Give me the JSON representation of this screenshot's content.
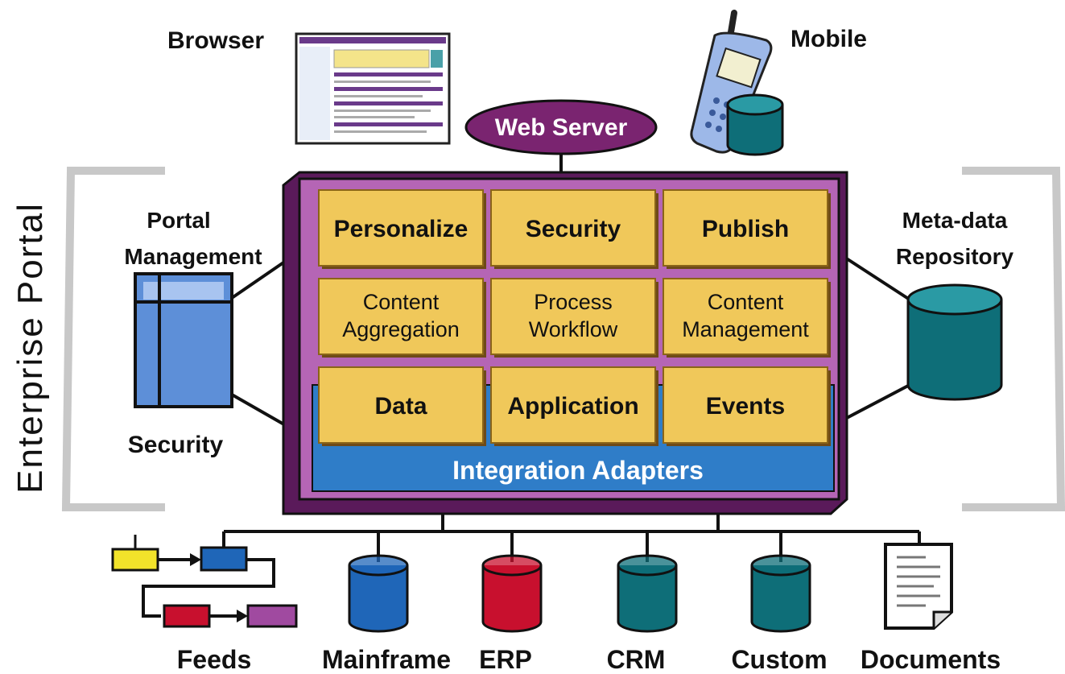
{
  "side_label": "Enterprise Portal",
  "top": {
    "browser_label": "Browser",
    "mobile_label": "Mobile",
    "web_server": "Web Server"
  },
  "left": {
    "portal_management": [
      "Portal",
      "Management"
    ],
    "security": "Security"
  },
  "right": {
    "metadata_repository": [
      "Meta-data",
      "Repository"
    ]
  },
  "modules": [
    {
      "lines": [
        "Personalize"
      ],
      "bold": true
    },
    {
      "lines": [
        "Security"
      ],
      "bold": true
    },
    {
      "lines": [
        "Publish"
      ],
      "bold": true
    },
    {
      "lines": [
        "Content",
        "Aggregation"
      ],
      "bold": false
    },
    {
      "lines": [
        "Process",
        "Workflow"
      ],
      "bold": false
    },
    {
      "lines": [
        "Content",
        "Management"
      ],
      "bold": false
    },
    {
      "lines": [
        "Data"
      ],
      "bold": true
    },
    {
      "lines": [
        "Application"
      ],
      "bold": true
    },
    {
      "lines": [
        "Events"
      ],
      "bold": true
    }
  ],
  "integration_adapters": "Integration Adapters",
  "bottom": [
    {
      "label": "Feeds",
      "kind": "feeds"
    },
    {
      "label": "Mainframe",
      "kind": "cylinder",
      "color": "#1f66b8"
    },
    {
      "label": "ERP",
      "kind": "cylinder",
      "color": "#c8102e"
    },
    {
      "label": "CRM",
      "kind": "cylinder",
      "color": "#0e6e78"
    },
    {
      "label": "Custom",
      "kind": "cylinder",
      "color": "#0e6e78"
    },
    {
      "label": "Documents",
      "kind": "document"
    }
  ],
  "colors": {
    "portal_frame": "#b565b5",
    "portal_frame_dark": "#5a1a5a",
    "module_fill": "#f0c85a",
    "adapter_fill": "#2f7dc8",
    "web_server_fill": "#7a2470",
    "teal": "#0e6e78",
    "window_blue": "#5d8fd8"
  }
}
